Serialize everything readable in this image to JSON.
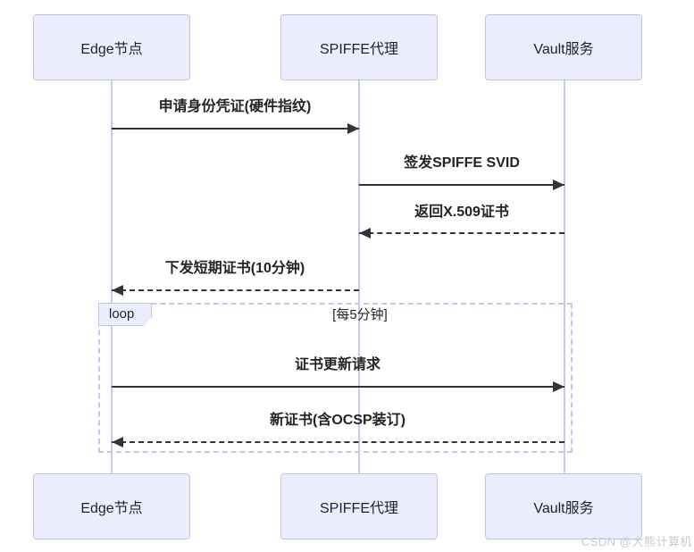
{
  "diagram": {
    "type": "sequence-diagram",
    "participants": [
      {
        "id": "edge",
        "label": "Edge节点"
      },
      {
        "id": "spiffe",
        "label": "SPIFFE代理"
      },
      {
        "id": "vault",
        "label": "Vault服务"
      }
    ],
    "messages": [
      {
        "text": "申请身份凭证(硬件指纹)",
        "from": "edge",
        "to": "spiffe",
        "line": "solid",
        "in_loop": false
      },
      {
        "text": "签发SPIFFE SVID",
        "from": "spiffe",
        "to": "vault",
        "line": "solid",
        "in_loop": false
      },
      {
        "text": "返回X.509证书",
        "from": "vault",
        "to": "spiffe",
        "line": "dashed",
        "in_loop": false
      },
      {
        "text": "下发短期证书(10分钟)",
        "from": "spiffe",
        "to": "edge",
        "line": "dashed",
        "in_loop": false
      },
      {
        "text": "证书更新请求",
        "from": "edge",
        "to": "vault",
        "line": "solid",
        "in_loop": true
      },
      {
        "text": "新证书(含OCSP装订)",
        "from": "vault",
        "to": "edge",
        "line": "dashed",
        "in_loop": true
      }
    ],
    "loop": {
      "label": "loop",
      "condition": "[每5分钟]"
    },
    "colors": {
      "actor_fill": "#ECECFF",
      "actor_border": "#C4C4DE",
      "lifeline": "#C9C9EC",
      "arrow": "#333333",
      "loop_border": "#C5C5EE",
      "text": "#242424",
      "watermark": "#C9C9D2"
    }
  },
  "watermark": {
    "text": "CSDN @大熊计算机"
  }
}
